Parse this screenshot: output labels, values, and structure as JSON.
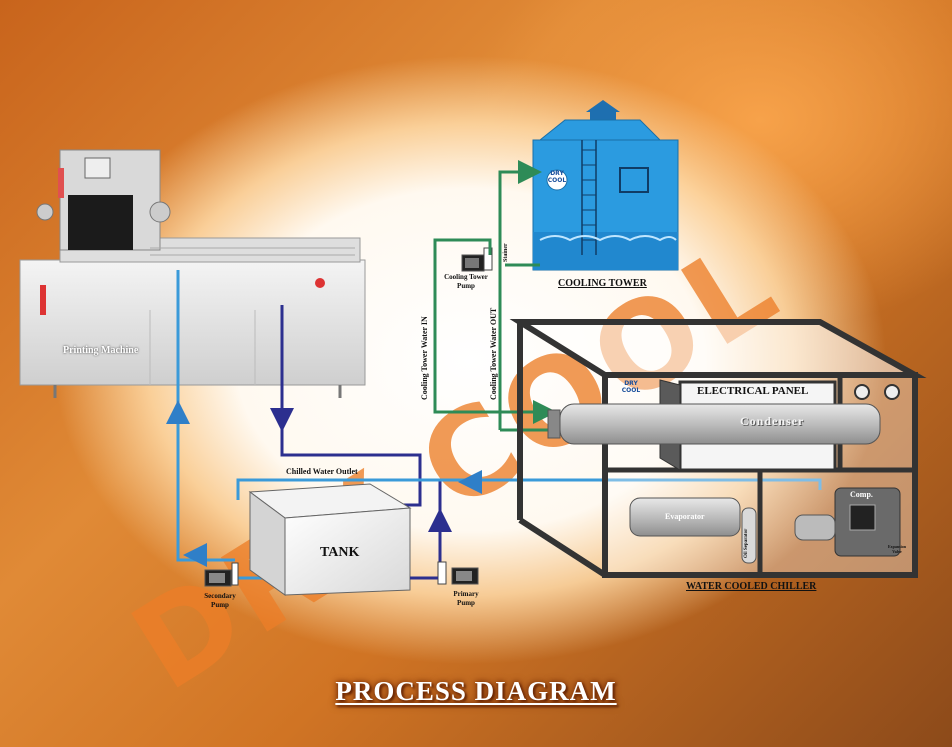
{
  "title": "PROCESS DIAGRAM",
  "watermark": "DRY COOL",
  "labels": {
    "printing_machine": "Printing Machine",
    "cooling_tower": "COOLING TOWER",
    "cooling_tower_pump": "Cooling Tower Pump",
    "strainer": "Stainer",
    "ct_water_in": "Cooling Tower Water IN",
    "ct_water_out": "Cooling Tower Water OUT",
    "chilled_water_outlet": "Chilled Water Outlet",
    "tank": "TANK",
    "secondary_pump": "Secondary Pump",
    "primary_pump": "Primary Pump",
    "electrical_panel": "ELECTRICAL PANEL",
    "condenser": "Condenser",
    "evaporator": "Evaporator",
    "compressor": "Comp.",
    "oil_separator": "Oil Separator",
    "expansion_valve": "Expansion Valve",
    "water_cooled_chiller": "WATER COOLED CHILLER"
  },
  "logo": {
    "top": "DRY",
    "bottom": "COOL"
  },
  "colors": {
    "pipe_light": "#3a9ad9",
    "pipe_dark": "#2c2f8f",
    "pipe_green": "#2e8b57",
    "tower": "#2b9be0",
    "frame": "#333333"
  }
}
